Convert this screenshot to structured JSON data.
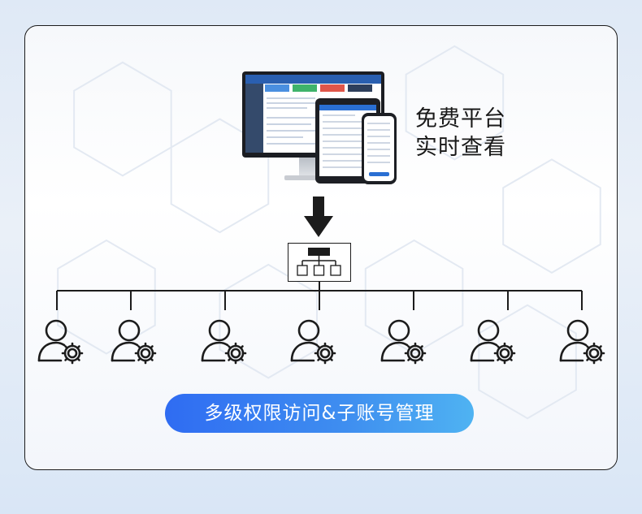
{
  "platform": {
    "line1": "免费平台",
    "line2": "实时查看"
  },
  "banner": {
    "label": "多级权限访问&子账号管理"
  },
  "users": [
    {
      "icon": "user-gear-icon"
    },
    {
      "icon": "user-gear-icon"
    },
    {
      "icon": "user-gear-icon"
    },
    {
      "icon": "user-gear-icon"
    },
    {
      "icon": "user-gear-icon"
    },
    {
      "icon": "user-gear-icon"
    },
    {
      "icon": "user-gear-icon"
    }
  ],
  "colors": {
    "accent_start": "#2f6cf2",
    "accent_end": "#4fb3f2",
    "line": "#1c1c1c"
  }
}
